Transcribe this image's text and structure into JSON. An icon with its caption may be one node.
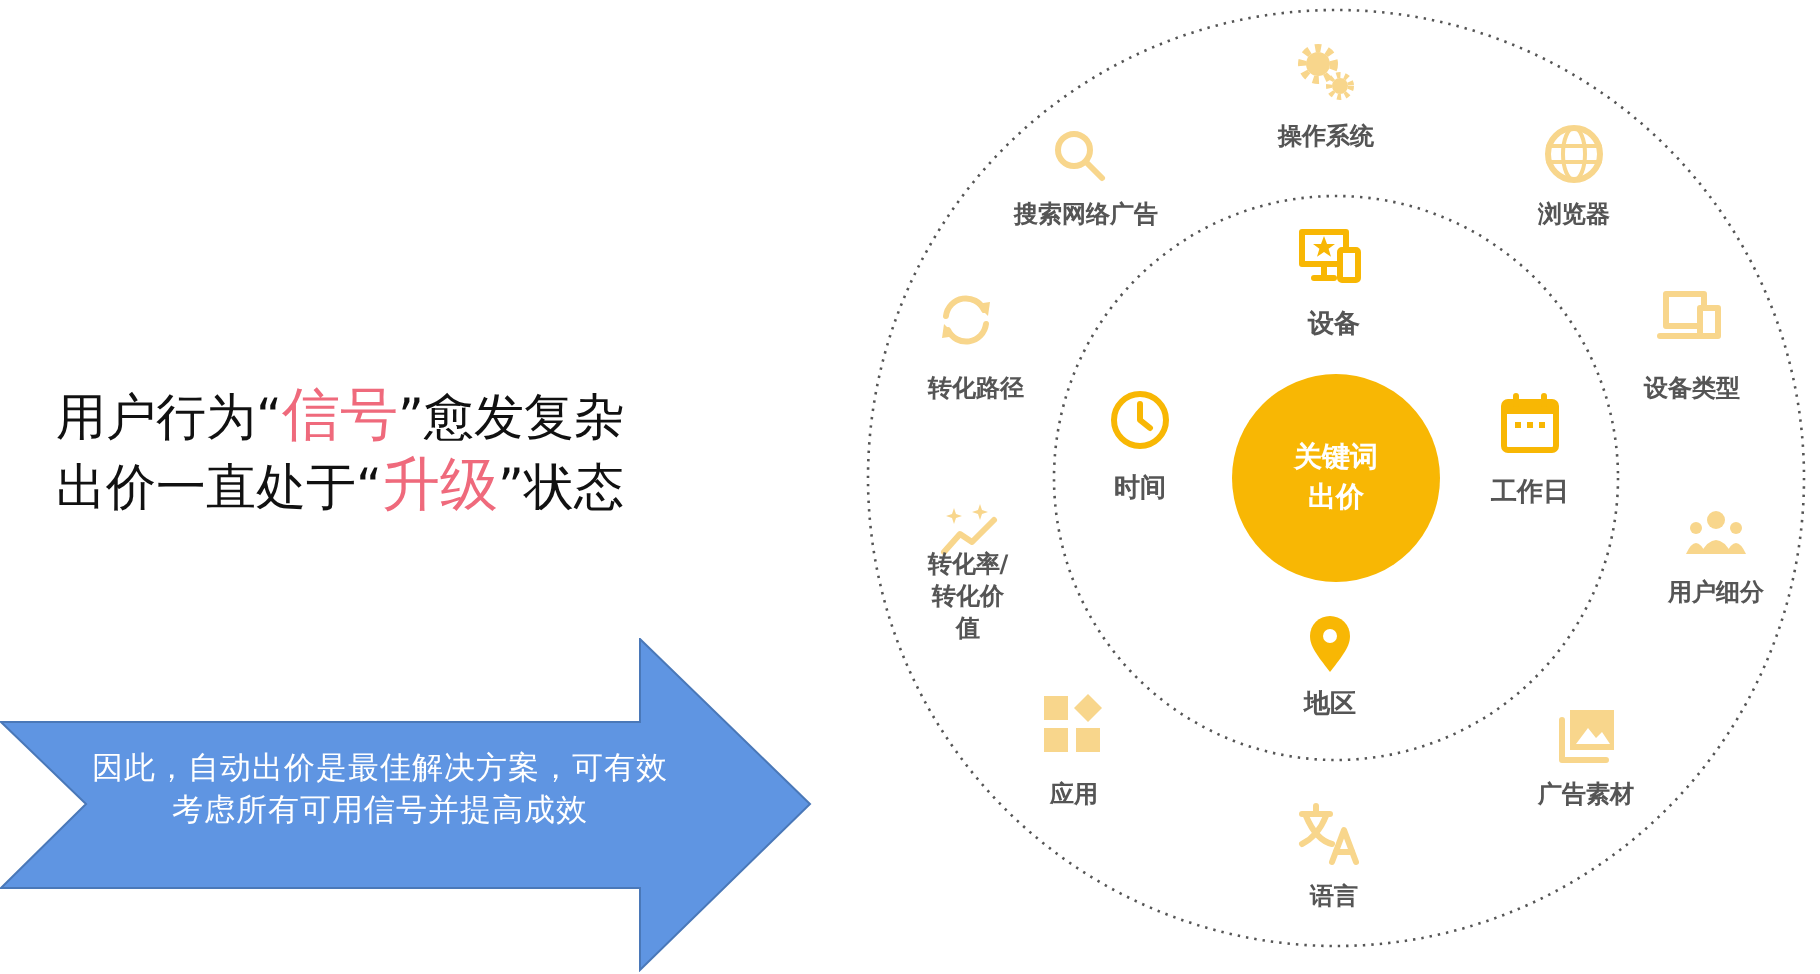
{
  "diagram": {
    "nodes": [
      {
        "text": [
          "因此，自动出价是最佳解决方案，可有效考虑所有可用信号并提高成效"
        ]
      },
      {
        "text": [
          "关键词出价"
        ]
      }
    ],
    "edges": [],
    "labels": [
      "用户行为“",
      "信号",
      "”愈发复杂",
      "出价一直处于“",
      "升级",
      "”状态",
      "操作系统",
      "搜索网络广告",
      "浏览器",
      "设备",
      "转化路径",
      "设备类型",
      "时间",
      "工作日",
      "转化率/转化价值",
      "用户细分",
      "地区",
      "应用",
      "广告素材",
      "语言"
    ]
  }
}
